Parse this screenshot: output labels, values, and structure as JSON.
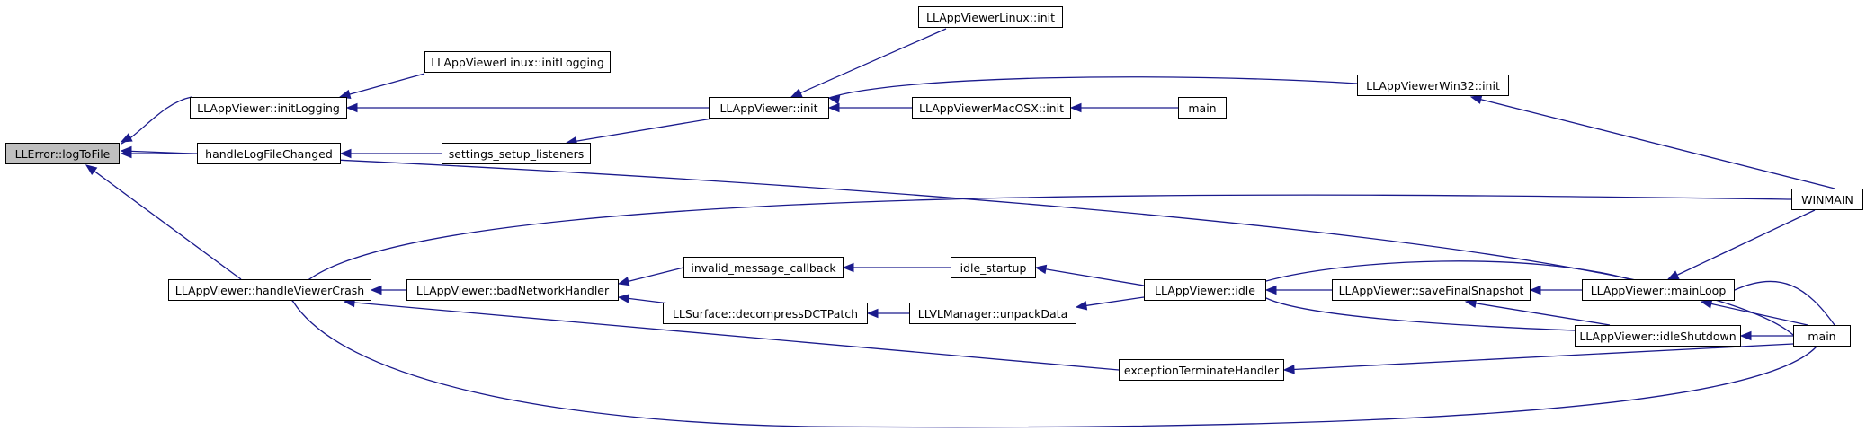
{
  "nodes": {
    "logToFile": "LLError::logToFile",
    "initLogging": "LLAppViewer::initLogging",
    "handleLogFileChanged": "handleLogFileChanged",
    "linuxInitLogging": "LLAppViewerLinux::initLogging",
    "init": "LLAppViewer::init",
    "settingsSetupListeners": "settings_setup_listeners",
    "linuxInit": "LLAppViewerLinux::init",
    "macInit": "LLAppViewerMacOSX::init",
    "macMain": "main",
    "win32Init": "LLAppViewerWin32::init",
    "winmain": "WINMAIN",
    "handleViewerCrash": "LLAppViewer::handleViewerCrash",
    "badNetworkHandler": "LLAppViewer::badNetworkHandler",
    "invalidMessageCallback": "invalid_message_callback",
    "decompressDCTPatch": "LLSurface::decompressDCTPatch",
    "idleStartup": "idle_startup",
    "unpackData": "LLVLManager::unpackData",
    "idle": "LLAppViewer::idle",
    "saveFinalSnapshot": "LLAppViewer::saveFinalSnapshot",
    "mainLoop": "LLAppViewer::mainLoop",
    "idleShutdown": "LLAppViewer::idleShutdown",
    "exceptionTerminateHandler": "exceptionTerminateHandler",
    "main": "main"
  }
}
